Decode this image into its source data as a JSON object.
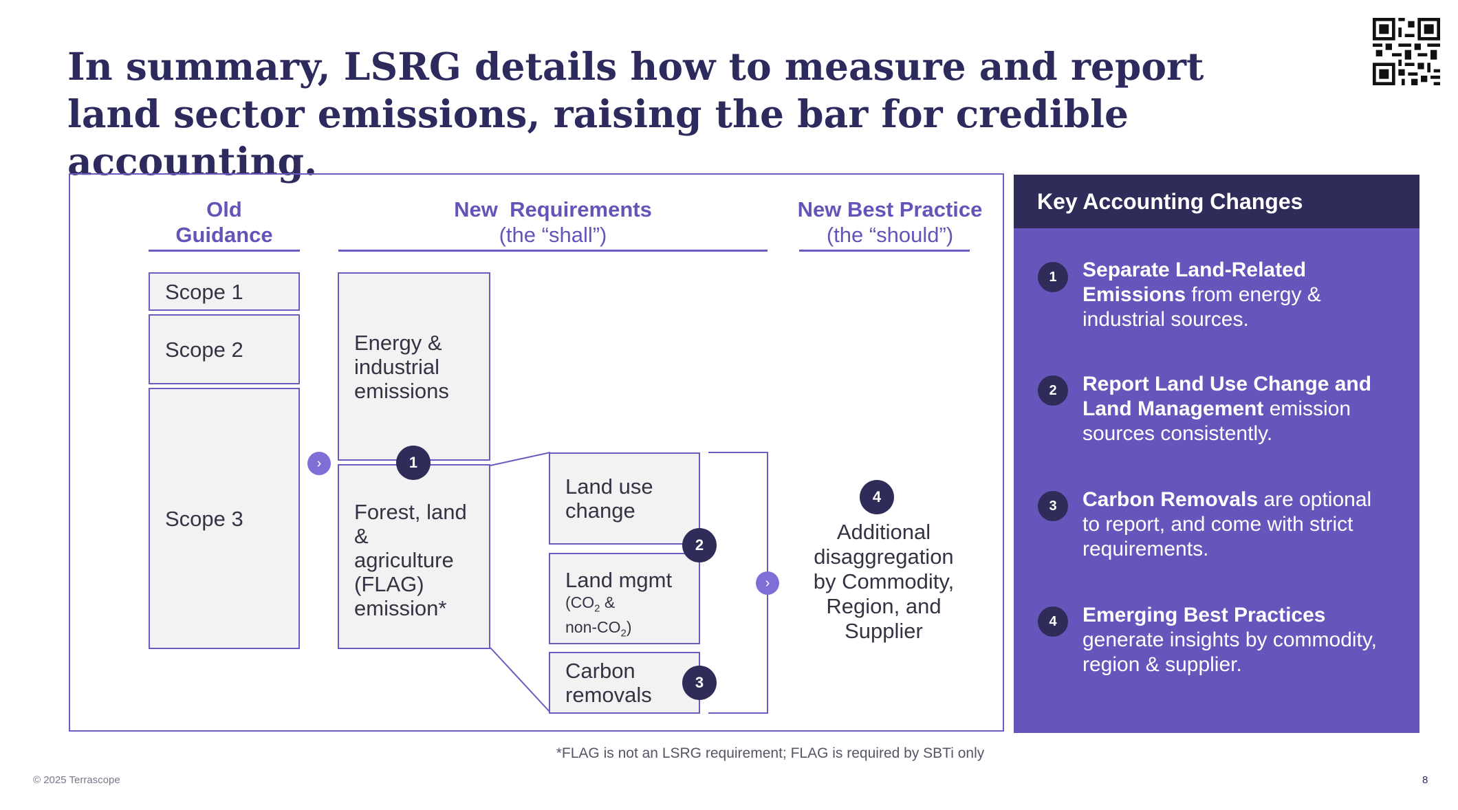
{
  "title": "In summary, LSRG details how to measure and report land sector emissions, raising the bar for credible accounting.",
  "columns": {
    "old": {
      "line1": "Old",
      "line2": "Guidance"
    },
    "new_req": {
      "line1": "New  Requirements",
      "line2": "(the “shall”)"
    },
    "best": {
      "line1": "New Best Practice",
      "line2": "(the “should”)"
    }
  },
  "scopes": [
    "Scope 1",
    "Scope 2",
    "Scope 3"
  ],
  "requirements": {
    "energy": "Energy &\nindustrial\nemissions",
    "flag": "Forest, land\n&\nagriculture\n(FLAG)\nemission*"
  },
  "sub": {
    "luc": "Land use\nchange",
    "mgmt": "Land mgmt",
    "mgmt_detail_1": "(CO",
    "mgmt_detail_sub1": "2",
    "mgmt_detail_2": " &",
    "mgmt_detail_3": "non-CO",
    "mgmt_detail_sub2": "2",
    "mgmt_detail_4": ")",
    "removals": "Carbon\nremovals"
  },
  "best_practice_text": "Additional\ndisaggregation\nby Commodity,\nRegion, and\nSupplier",
  "badges": [
    "1",
    "2",
    "3",
    "4"
  ],
  "panel": {
    "title": "Key Accounting Changes",
    "items": [
      {
        "num": "1",
        "bold": "Separate Land-Related Emissions",
        "rest": " from energy & industrial sources."
      },
      {
        "num": "2",
        "bold": "Report Land Use Change and Land Management",
        "rest": " emission sources consistently."
      },
      {
        "num": "3",
        "bold": "Carbon Removals",
        "rest": " are optional to report, and come with strict requirements."
      },
      {
        "num": "4",
        "bold": "Emerging Best Practices",
        "rest": " generate insights by commodity, region & supplier."
      }
    ]
  },
  "footnote": "*FLAG is not an LSRG requirement; FLAG is required by SBTi only",
  "copyright": "© 2025 Terrascope",
  "page_number": "8",
  "icons": {
    "arrow": "chevron-right-icon",
    "qr": "qr-code-icon"
  },
  "colors": {
    "navy": "#2f2c5a",
    "purple": "#6656bb",
    "accent": "#6b5bc0",
    "box_fill": "#f2f2f2"
  }
}
